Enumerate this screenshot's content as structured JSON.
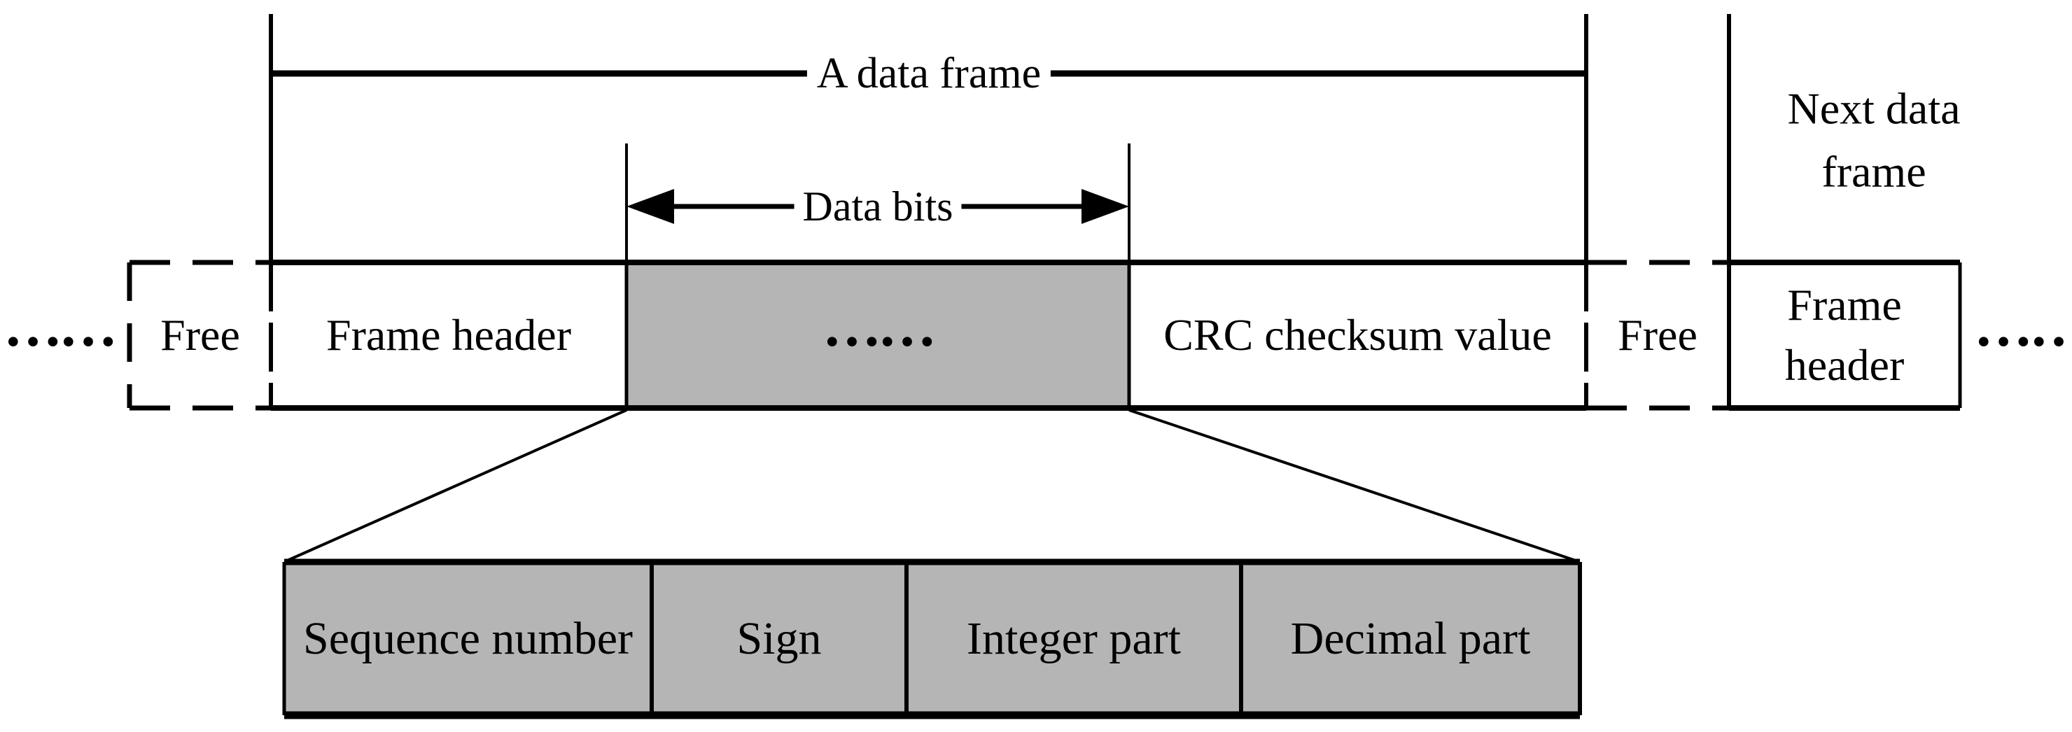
{
  "figure": {
    "frame_bracket_label": "A data frame",
    "data_bits_label": "Data bits",
    "next_frame_caption": "Next data frame",
    "left_ellipsis": "……",
    "right_ellipsis": "……",
    "strip_cells": [
      {
        "label": "Free"
      },
      {
        "label": "Frame header"
      },
      {
        "label": "……"
      },
      {
        "label": "CRC checksum value"
      },
      {
        "label": "Free"
      },
      {
        "label": "Frame header"
      }
    ],
    "expansion_cells": [
      {
        "label": "Sequence number"
      },
      {
        "label": "Sign"
      },
      {
        "label": "Integer part"
      },
      {
        "label": "Decimal part"
      }
    ],
    "colors": {
      "field_gray": "#b5b5b5",
      "line": "#000000",
      "background": "#ffffff"
    }
  }
}
